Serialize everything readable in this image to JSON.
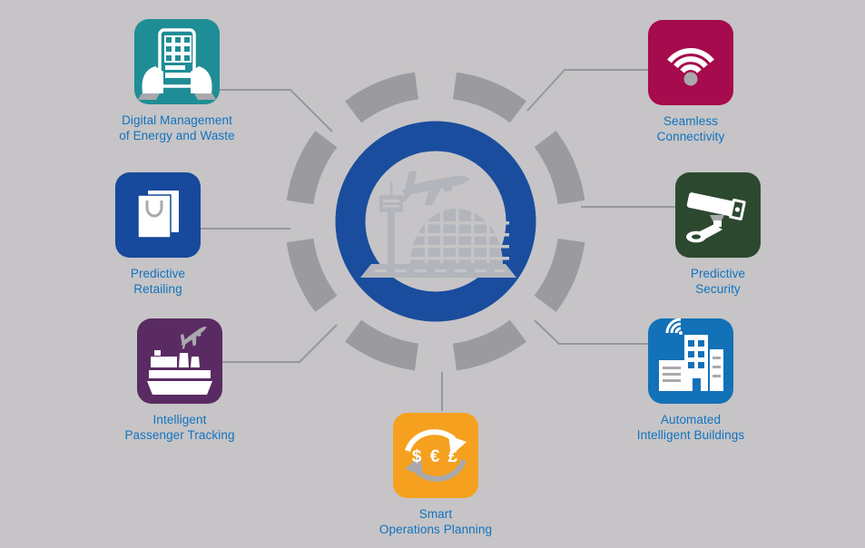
{
  "diagram": {
    "center": {
      "icon": "airport-icon",
      "description_icon": "airplane-takeoff-icon"
    },
    "colors": {
      "background": "#c6c4c6",
      "hub_ring_blue": "#1a4d9e",
      "outer_ring_gray": "#9b9a9e",
      "connector_gray": "#97979b",
      "label_text_blue": "#1173bf",
      "center_glyph_gray": "#b2b5bb",
      "icon_accent_gray": "#a9a9ad"
    },
    "nodes": [
      {
        "id": "digital-management",
        "icon": "tablet-hands-icon",
        "label_line1": "Digital Management",
        "label_line2": "of Energy and Waste",
        "color": "#1f8d96"
      },
      {
        "id": "predictive-retailing",
        "icon": "shopping-bag-icon",
        "label_line1": "Predictive",
        "label_line2": "Retailing",
        "color": "#17499c"
      },
      {
        "id": "intelligent-passenger-tracking",
        "icon": "ship-and-plane-icon",
        "label_line1": "Intelligent",
        "label_line2": "Passenger Tracking",
        "color": "#5a2b62"
      },
      {
        "id": "seamless-connectivity",
        "icon": "wifi-icon",
        "label_line1": "Seamless",
        "label_line2": "Connectivity",
        "color": "#a60b4d"
      },
      {
        "id": "predictive-security",
        "icon": "cctv-camera-icon",
        "label_line1": "Predictive",
        "label_line2": "Security",
        "color": "#2c4930"
      },
      {
        "id": "automated-intelligent-buildings",
        "icon": "smart-building-icon",
        "label_line1": "Automated",
        "label_line2": "Intelligent Buildings",
        "color": "#1371b8"
      },
      {
        "id": "smart-operations-planning",
        "icon": "currency-cycle-icon",
        "label_line1": "Smart",
        "label_line2": "Operations Planning",
        "color": "#f5a11f",
        "glyph_text": "$ € £"
      }
    ]
  }
}
